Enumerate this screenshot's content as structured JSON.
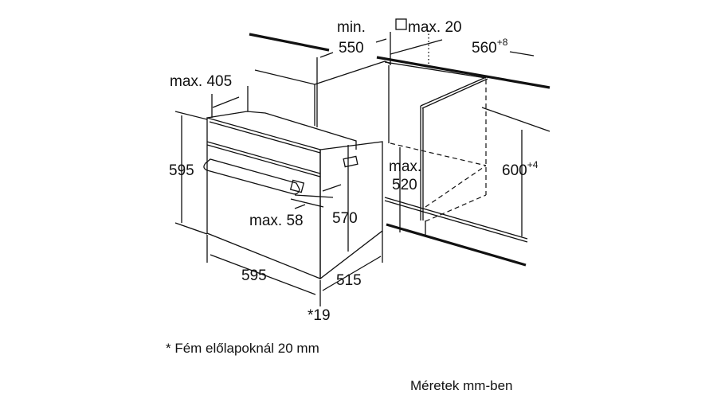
{
  "diagram": {
    "labels": {
      "min_label": "min.",
      "depth_550": "550",
      "max_20": "max. 20",
      "width_560": "560",
      "width_560_tol": "+8",
      "max_405": "max. 405",
      "height_595": "595",
      "max_label": "max.",
      "depth_520": "520",
      "height_600": "600",
      "height_600_tol": "+4",
      "max_58": "max. 58",
      "height_570": "570",
      "width_595": "595",
      "depth_515": "515",
      "star_19": "*19"
    },
    "footnote": "* Fém előlapoknál 20 mm",
    "units_note": "Méretek mm-ben"
  }
}
